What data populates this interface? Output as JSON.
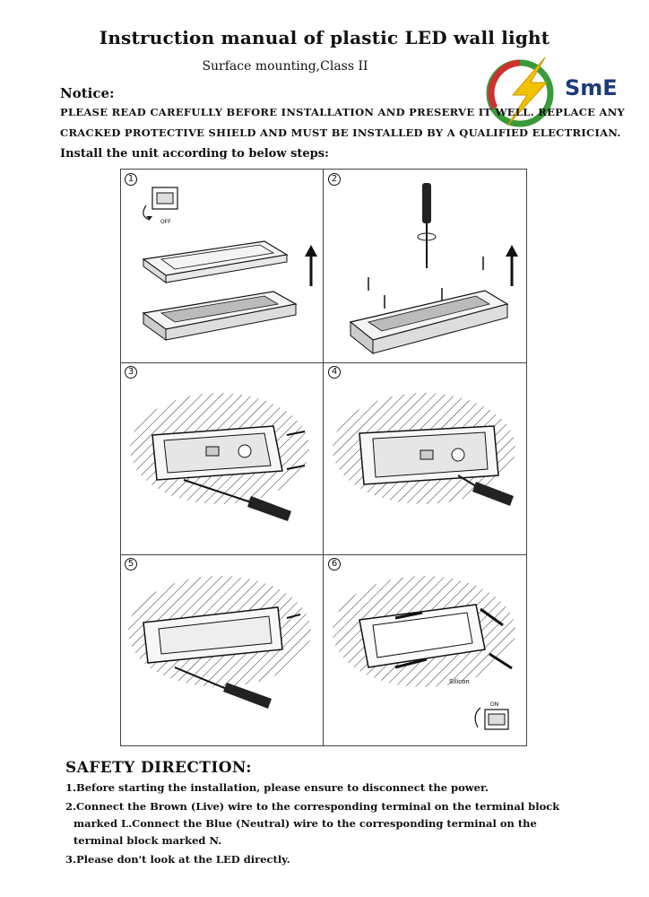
{
  "header": {
    "title": "Instruction manual of plastic LED wall light",
    "subtitle": "Surface mounting,Class II"
  },
  "logo": {
    "text": "SmE",
    "icon": "lightning-bolt-logo",
    "colors": {
      "ring_green": "#3a9a3a",
      "ring_red": "#d03030",
      "bolt": "#f2c200",
      "text": "#1e3a78"
    }
  },
  "notice": {
    "heading": "Notice:",
    "line1": "PLEASE READ CAREFULLY BEFORE INSTALLATION AND PRESERVE IT WELL. REPLACE ANY",
    "line2": "CRACKED PROTECTIVE SHIELD AND MUST BE INSTALLED  BY A QUALIFIED ELECTRICIAN.",
    "install": "Install the unit according to below steps:"
  },
  "steps": [
    {
      "number": "1",
      "label_off": "OFF"
    },
    {
      "number": "2"
    },
    {
      "number": "3"
    },
    {
      "number": "4"
    },
    {
      "number": "5"
    },
    {
      "number": "6",
      "label_on": "ON",
      "label_silicon": "Silicon"
    }
  ],
  "safety": {
    "heading": "SAFETY DIRECTION:",
    "item1": "1.Before starting the installation, please ensure to disconnect the power.",
    "item2a": "2.Connect the Brown (Live) wire to the corresponding terminal on the terminal block",
    "item2b": "marked L.Connect the Blue (Neutral) wire to the corresponding  terminal on the",
    "item2c": "terminal block marked N.",
    "item3": "3.Please don't look at the LED directly."
  }
}
